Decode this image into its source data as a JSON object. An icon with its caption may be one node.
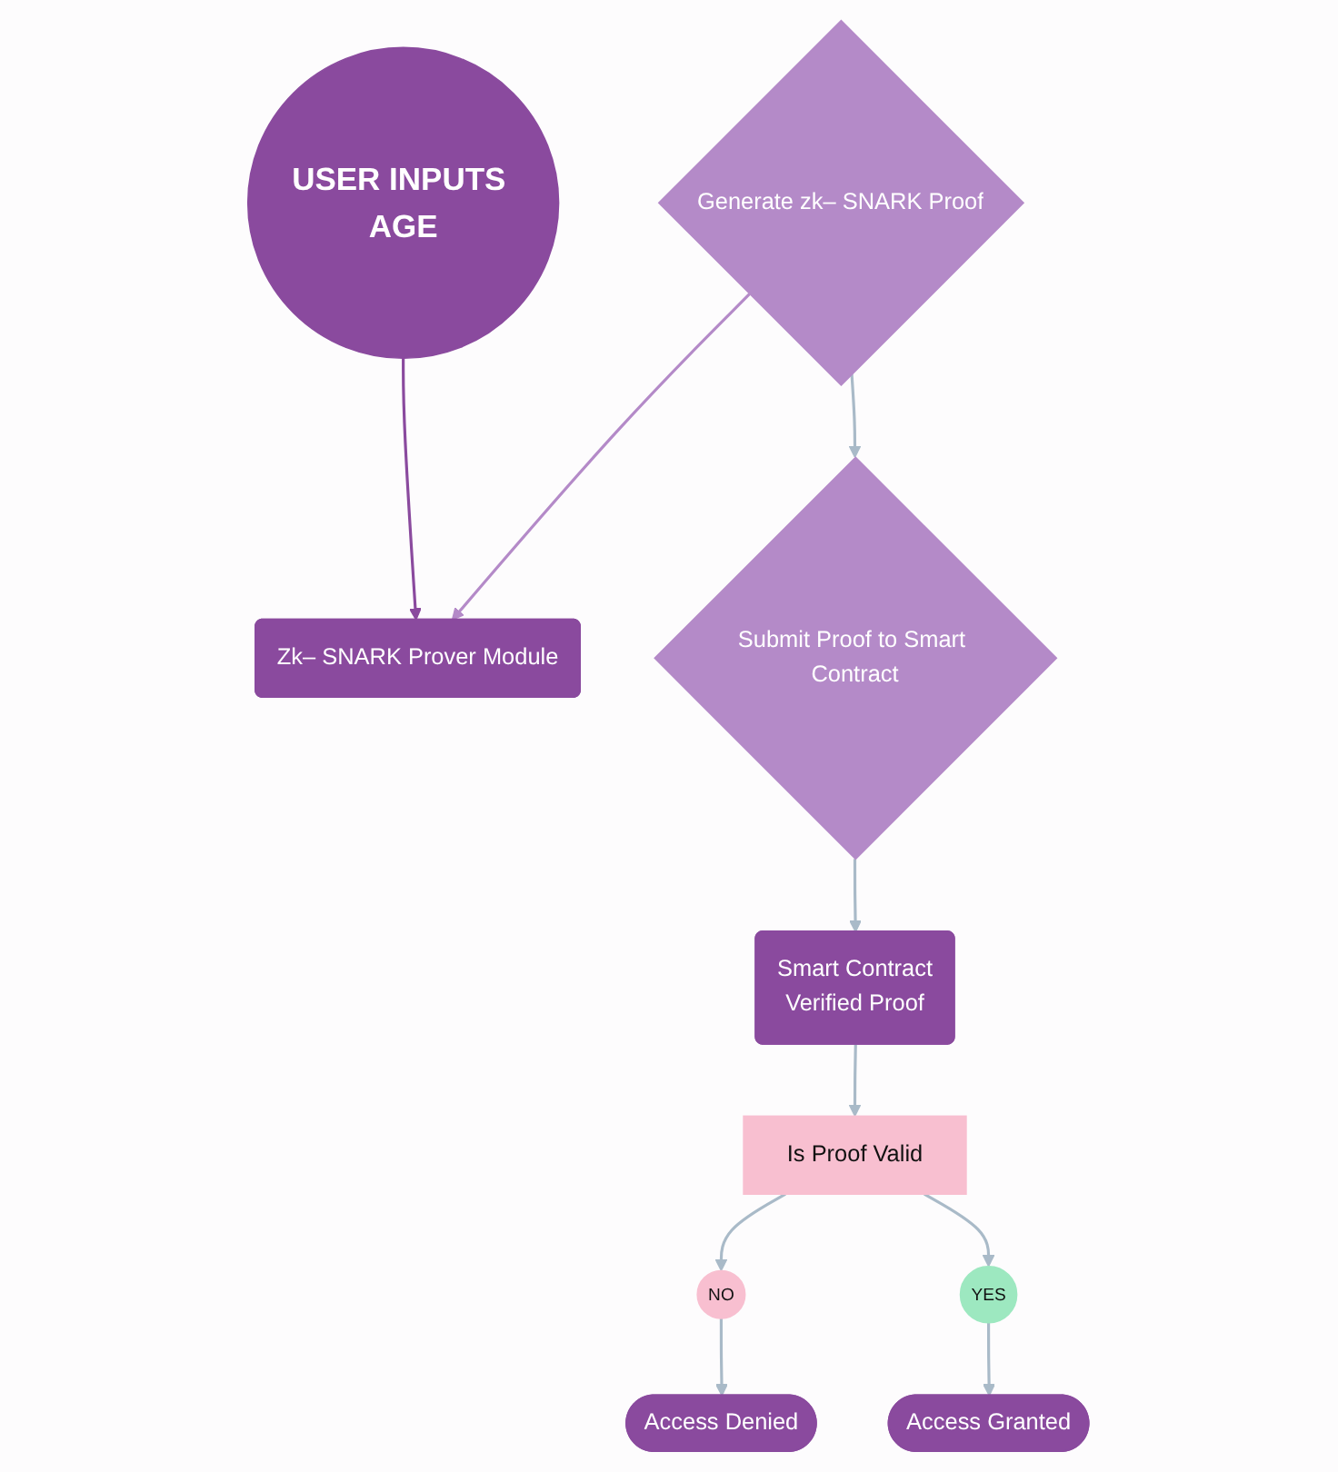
{
  "diagram": {
    "nodes": [
      {
        "text": [
          "USER INPUTS AGE"
        ]
      },
      {
        "text": [
          "Zk– SNARK Prover Module"
        ]
      },
      {
        "text": [
          "Submit Proof to Smart Contract"
        ]
      },
      {
        "text": [
          "Generate zk– SNARK Proof"
        ]
      },
      {
        "text": [
          "Smart Contract",
          "Verified Proof"
        ]
      },
      {
        "text": [
          "Is Proof Valid"
        ]
      },
      {
        "text": [
          "NO"
        ]
      },
      {
        "text": [
          "Access Denied"
        ]
      },
      {
        "text": [
          "YES"
        ]
      },
      {
        "text": [
          "Access Granted"
        ]
      }
    ],
    "edges": [
      {
        "from": 0,
        "to": 1,
        "arrow": "to",
        "color": "#8a4a9e"
      },
      {
        "from": 3,
        "to": 1,
        "arrow": "to",
        "color": "#b48ac8"
      },
      {
        "from": 3,
        "to": 2,
        "arrow": "to"
      },
      {
        "from": 2,
        "to": 4,
        "arrow": "to"
      },
      {
        "from": 4,
        "to": 5,
        "arrow": "to"
      },
      {
        "from": 5,
        "to": 6,
        "arrow": "to"
      },
      {
        "from": 6,
        "to": 7,
        "arrow": "to"
      },
      {
        "from": 5,
        "to": 8,
        "arrow": "to"
      },
      {
        "from": 8,
        "to": 9,
        "arrow": "to"
      }
    ]
  }
}
